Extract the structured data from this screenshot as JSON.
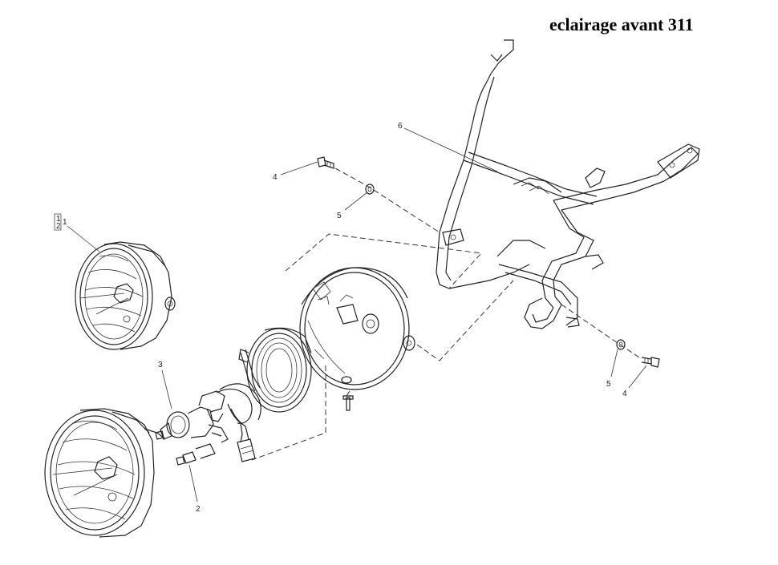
{
  "title": "eclairage avant 311",
  "callouts": {
    "c1a": "1",
    "c1b": "2",
    "c1c": "1",
    "c2": "2",
    "c3": "3",
    "c4_top": "4",
    "c4_bottom": "4",
    "c5_top": "5",
    "c5_bottom": "5",
    "c6": "6"
  },
  "colors": {
    "line": "#222222",
    "background": "#ffffff"
  }
}
